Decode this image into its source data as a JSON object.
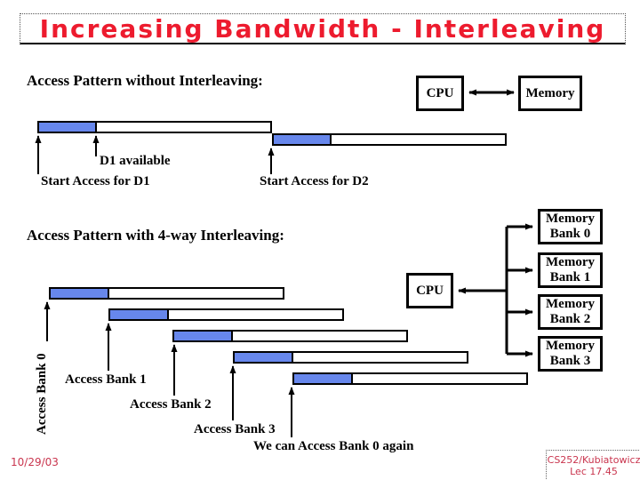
{
  "title": "Increasing Bandwidth - Interleaving",
  "section1": {
    "heading": "Access Pattern without Interleaving:",
    "cpu_label": "CPU",
    "memory_label": "Memory",
    "d1_available": "D1 available",
    "start_d1": "Start Access for D1",
    "start_d2": "Start Access for D2"
  },
  "section2": {
    "heading": "Access Pattern with 4-way Interleaving:",
    "cpu_label": "CPU",
    "banks": [
      {
        "line1": "Memory",
        "line2": "Bank 0"
      },
      {
        "line1": "Memory",
        "line2": "Bank 1"
      },
      {
        "line1": "Memory",
        "line2": "Bank 2"
      },
      {
        "line1": "Memory",
        "line2": "Bank 3"
      }
    ],
    "access_bank0_vertical": "Access Bank 0",
    "access_bank1": "Access Bank 1",
    "access_bank2": "Access Bank 2",
    "access_bank3": "Access Bank 3",
    "access_bank0_again": "We can Access Bank 0 again"
  },
  "footer": {
    "date": "10/29/03",
    "course": "CS252/Kubiatowicz",
    "lecture": "Lec 17.45"
  },
  "colors": {
    "title_red": "#ED1B2E",
    "footer_red": "#C9354E",
    "bar_blue": "#6787EC"
  }
}
